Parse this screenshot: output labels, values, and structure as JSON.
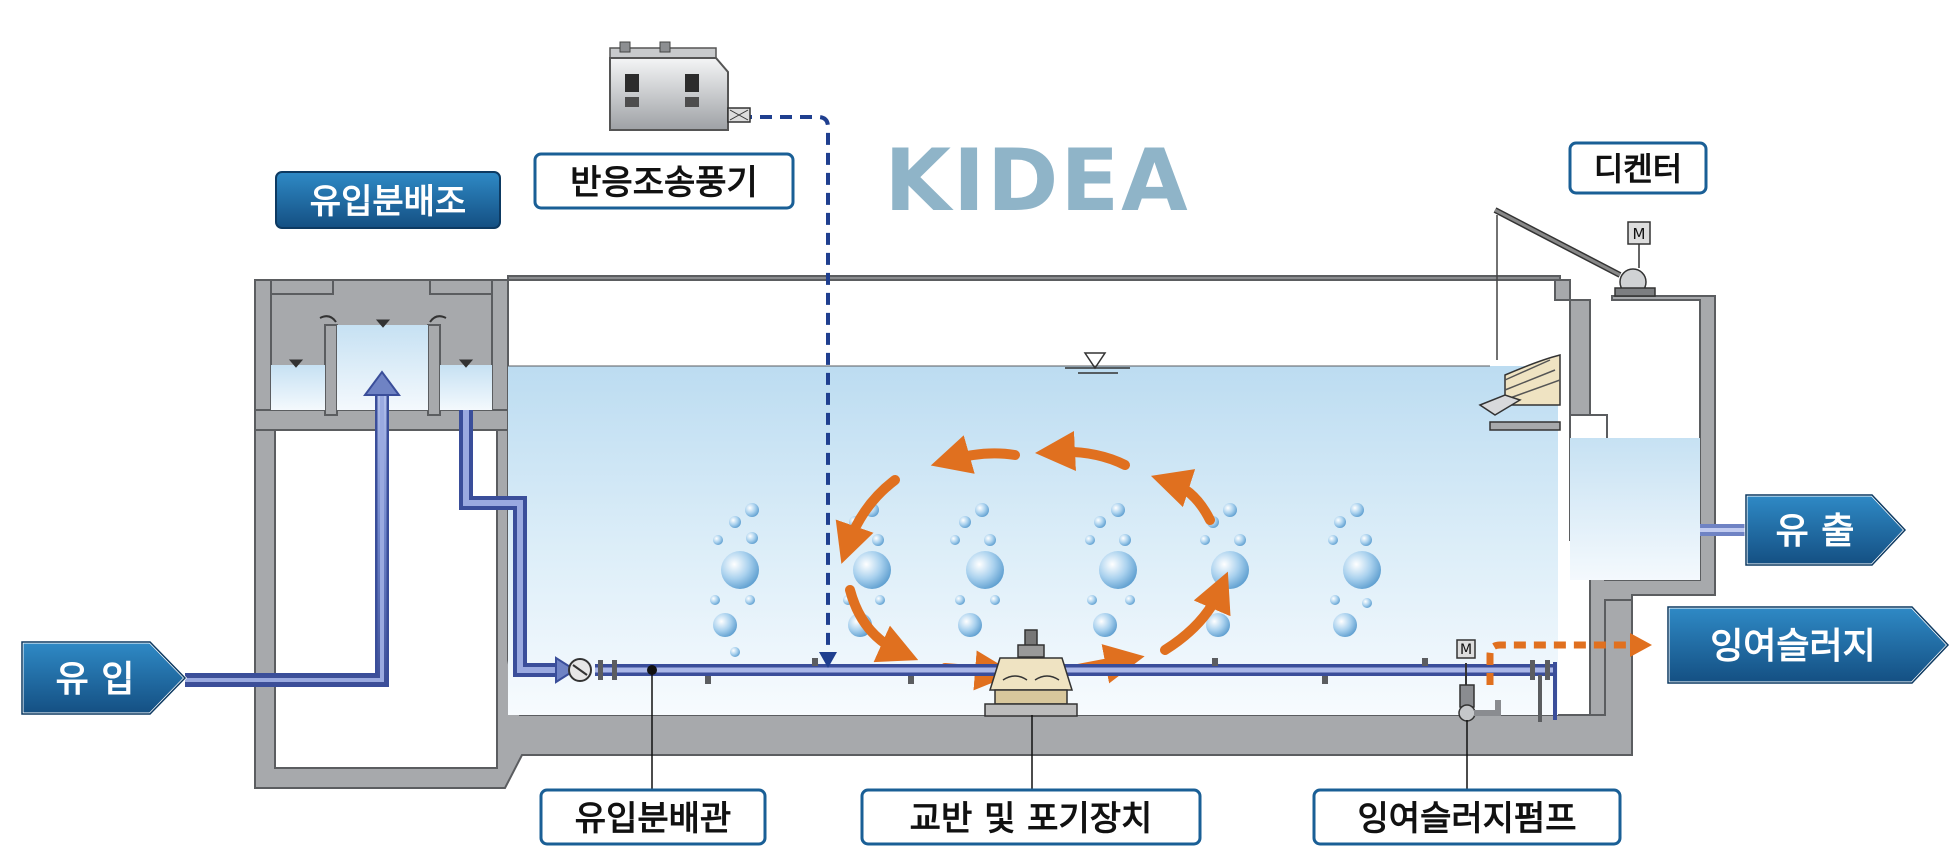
{
  "brand": {
    "text": "KIDEA",
    "color": "#8fb4c8"
  },
  "labels": {
    "inlet_distribution_tank": "유입분배조",
    "reaction_blower": "반응조송풍기",
    "decanter": "디켄터",
    "inflow": "유 입",
    "outflow": "유 출",
    "excess_sludge": "잉여슬러지",
    "inlet_distribution_pipe": "유입분배관",
    "mixing_aeration_device": "교반 및 포기장치",
    "excess_sludge_pump": "잉여슬러지펌프",
    "motor_symbol": "M"
  },
  "colors": {
    "concrete": "#a7a9ac",
    "concrete_edge": "#5b5d60",
    "water_top": "#cfe5f4",
    "water_bottom": "#f3f9fd",
    "pipe": "#6f83c4",
    "pipe_dark": "#3a4e9a",
    "flow_arrow": "#e0701f",
    "air_line": "#1f3f8f",
    "badge_dark": "#1a5f96",
    "badge_light": "#2e82bf",
    "label_border": "#1a5f96"
  },
  "icons": {
    "motor": "motor-icon",
    "water_level": "water-level-icon",
    "bubbles": "air-bubble-icon",
    "blower": "blower-icon",
    "decanter": "decanter-icon",
    "pump": "pump-icon",
    "mixer": "mixer-aerator-icon"
  }
}
